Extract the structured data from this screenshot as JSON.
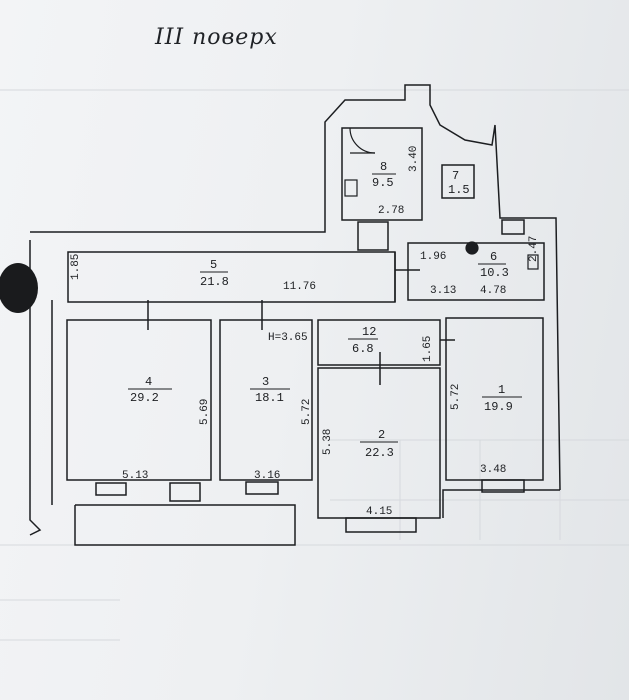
{
  "title": "ІІІ поверх",
  "rooms": [
    {
      "number": "1",
      "area": "19.9"
    },
    {
      "number": "2",
      "area": "22.3"
    },
    {
      "number": "3",
      "area": "18.1"
    },
    {
      "number": "4",
      "area": "29.2"
    },
    {
      "number": "5",
      "area": "21.8"
    },
    {
      "number": "6",
      "area": "10.3"
    },
    {
      "number": "7",
      "area": "1.5"
    },
    {
      "number": "8",
      "area": "9.5"
    },
    {
      "number": "12",
      "area": "6.8"
    }
  ],
  "dimensions": {
    "corridor_height": "1.85",
    "corridor_length": "11.76",
    "bath_width": "2.78",
    "bath_height": "3.40",
    "kitchen_w1": "1.96",
    "kitchen_w2": "3.13",
    "kitchen_w3": "4.78",
    "kitchen_h": "2.47",
    "ceiling_height": "H=3.65",
    "room4_width": "5.13",
    "room4_depth": "5.69",
    "room3_width": "3.16",
    "room3_depth": "5.72",
    "room2_width": "4.15",
    "room2_depth": "5.38",
    "room1_width": "3.48",
    "room1_depth": "5.72",
    "room12_depth": "1.65"
  }
}
